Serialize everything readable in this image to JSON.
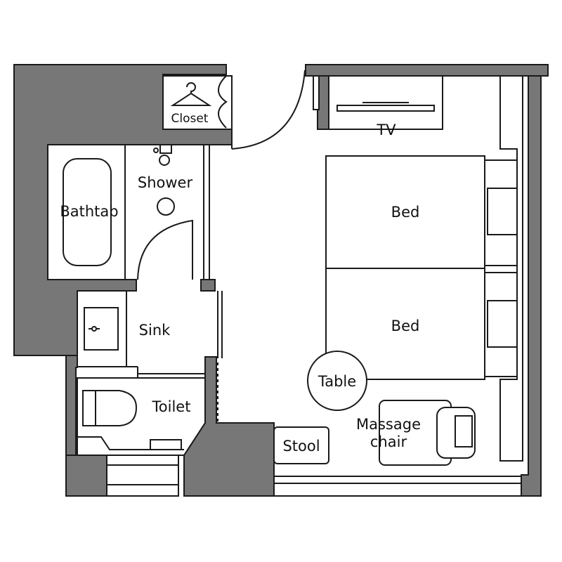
{
  "labels": {
    "closet": "Closet",
    "shower": "Shower",
    "bathtab": "Bathtab",
    "sink": "Sink",
    "toilet": "Toilet",
    "tv": "TV",
    "bed_top": "Bed",
    "bed_bottom": "Bed",
    "table": "Table",
    "massage_line1": "Massage",
    "massage_line2": "chair",
    "stool": "Stool"
  },
  "colors": {
    "wall": "#777777",
    "line": "#1a1a1a",
    "background": "#ffffff"
  }
}
